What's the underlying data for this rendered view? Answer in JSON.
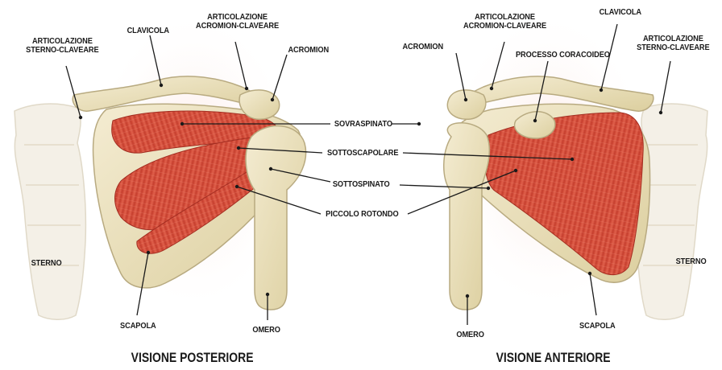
{
  "posterior": {
    "title": "VISIONE POSTERIORE",
    "labels": {
      "sterno_clavicular": "ARTICOLAZIONE\nSTERNO-CLAVEARE",
      "clavicle": "CLAVICOLA",
      "acromioclavicular": "ARTICOLAZIONE\nACROMION-CLAVEARE",
      "acromion": "ACROMION",
      "sternum": "STERNO",
      "scapula": "SCAPOLA",
      "humerus": "OMERO"
    }
  },
  "anterior": {
    "title": "VISIONE ANTERIORE",
    "labels": {
      "acromion": "ACROMION",
      "acromioclavicular": "ARTICOLAZIONE\nACROMION-CLAVEARE",
      "coracoid": "PROCESSO CORACOIDEO",
      "clavicle": "CLAVICOLA",
      "sterno_clavicular": "ARTICOLAZIONE\nSTERNO-CLAVEARE",
      "sternum": "STERNO",
      "scapula": "SCAPOLA",
      "humerus": "OMERO"
    }
  },
  "muscles": {
    "supraspinatus": "SOVRASPINATO",
    "subscapularis": "SOTTOSCAPOLARE",
    "infraspinatus": "SOTTOSPINATO",
    "teres_minor": "PICCOLO ROTONDO"
  },
  "colors": {
    "bone": "#ece2c2",
    "bone_shadow": "#cdbf96",
    "muscle": "#d9503f",
    "muscle_light": "#f08f7c",
    "sternum": "#f3efe6",
    "glow": "#fbe7e3"
  }
}
